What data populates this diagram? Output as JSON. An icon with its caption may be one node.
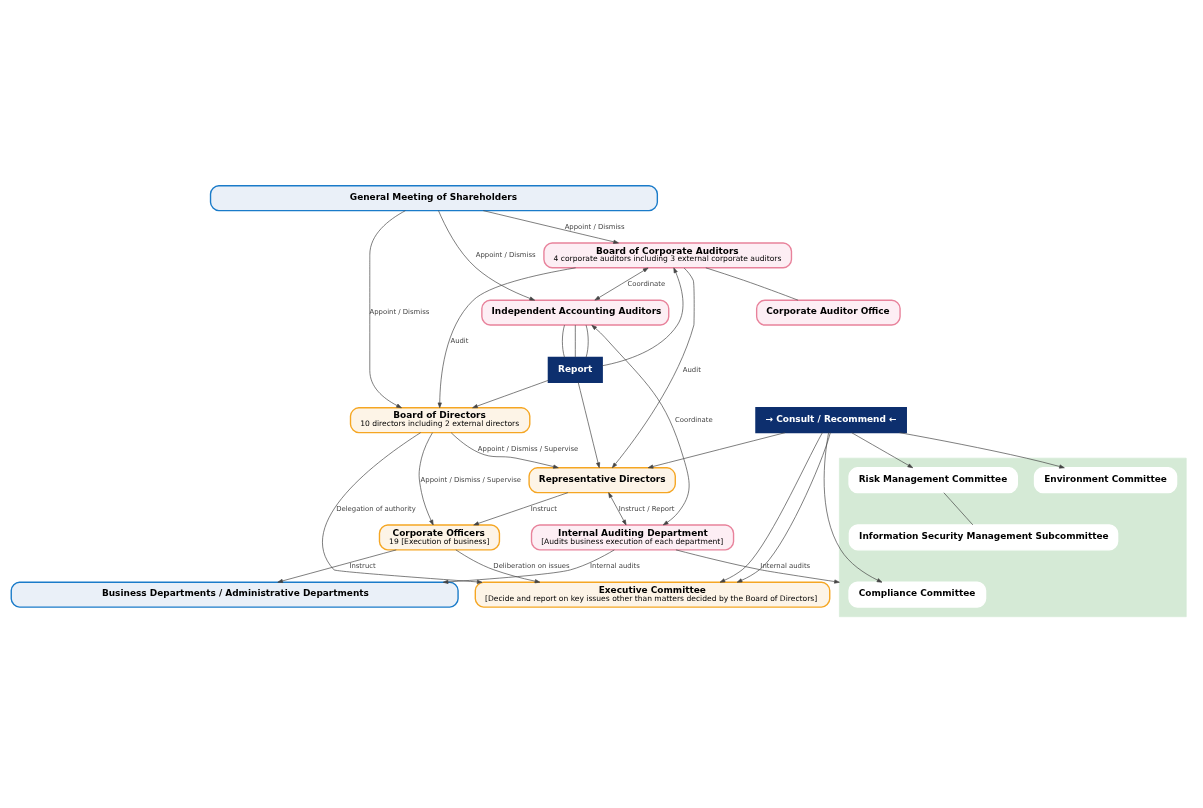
{
  "diagram": {
    "nodes": [
      {
        "text": [
          "General Meeting of Shareholders"
        ]
      },
      {
        "text": [
          "Board of Directors",
          "10 directors including 2 external directors"
        ]
      },
      {
        "text": [
          "Board of Corporate Auditors",
          "4 corporate auditors including 3 external corporate auditors"
        ]
      },
      {
        "text": [
          "Corporate Auditor Office"
        ]
      },
      {
        "text": [
          "Representative Directors"
        ]
      },
      {
        "text": [
          "Report"
        ]
      },
      {
        "text": [
          "Independent Accounting Auditors"
        ]
      },
      {
        "text": [
          "Executive Committee",
          "[Decide and report on key issues other than matters decided by the Board of Directors]"
        ]
      },
      {
        "text": [
          "→ Consult / Recommend ←"
        ]
      },
      {
        "text": [],
        "shape": "box"
      },
      {
        "text": [
          "Compliance Committee"
        ],
        "in": 9
      },
      {
        "text": [
          "Environment Committee"
        ],
        "in": 9
      },
      {
        "text": [
          "Risk Management Committee"
        ],
        "in": 9
      },
      {
        "text": [
          "Information Security Management Subcommittee"
        ],
        "in": 9
      },
      {
        "text": [
          "Internal Auditing Department",
          "[Audits business execution of each department]"
        ]
      },
      {
        "text": [
          "Corporate Officers",
          "19 [Execution of business]"
        ]
      },
      {
        "text": [
          "Business Departments / Administrative Departments"
        ]
      }
    ],
    "edges": [
      {
        "from": 0,
        "to": 1,
        "arrow": "to",
        "label": "Appoint / Dismiss"
      },
      {
        "from": 0,
        "to": 2,
        "arrow": "to",
        "label": "Appoint / Dismiss"
      },
      {
        "from": 0,
        "to": 6,
        "arrow": "to",
        "label": "Appoint / Dismiss"
      },
      {
        "from": 2,
        "to": 1,
        "arrow": "to",
        "label": "Audit"
      },
      {
        "from": 2,
        "to": 4,
        "arrow": "to",
        "label": "Audit"
      },
      {
        "from": 2,
        "to": 6,
        "arrow": "both",
        "label": "Coordinate"
      },
      {
        "from": 2,
        "to": 3,
        "arrow": "none"
      },
      {
        "from": 6,
        "to": 5,
        "arrow": "none"
      },
      {
        "from": 6,
        "to": 5,
        "arrow": "none"
      },
      {
        "from": 6,
        "to": 5,
        "arrow": "none"
      },
      {
        "from": 5,
        "to": 2,
        "arrow": "to"
      },
      {
        "from": 5,
        "to": 4,
        "arrow": "to"
      },
      {
        "from": 5,
        "to": 1,
        "arrow": "to"
      },
      {
        "from": 1,
        "to": 15,
        "arrow": "to",
        "label": "Appoint / Dismiss / Supervise"
      },
      {
        "from": 1,
        "to": 7,
        "arrow": "to",
        "label": "Delegation of authority"
      },
      {
        "from": 1,
        "to": 4,
        "arrow": "to",
        "label": "Appoint / Dismiss / Supervise"
      },
      {
        "from": 4,
        "to": 15,
        "arrow": "to",
        "label": "Instruct"
      },
      {
        "from": 4,
        "to": 14,
        "arrow": "both",
        "label": "Instruct / Report"
      },
      {
        "from": 6,
        "to": 14,
        "arrow": "both",
        "label": "Coordinate"
      },
      {
        "from": 8,
        "to": 4,
        "arrow": "to"
      },
      {
        "from": 8,
        "to": 10,
        "arrow": "to"
      },
      {
        "from": 8,
        "to": 7,
        "arrow": "to"
      },
      {
        "from": 8,
        "to": 11,
        "arrow": "to"
      },
      {
        "from": 8,
        "to": 7,
        "arrow": "to"
      },
      {
        "from": 8,
        "to": 12,
        "arrow": "to"
      },
      {
        "from": 12,
        "to": 13,
        "arrow": "none"
      },
      {
        "from": 14,
        "to": 9,
        "arrow": "to",
        "label": "Internal audits"
      },
      {
        "from": 14,
        "to": 16,
        "arrow": "to",
        "label": "Internal audits"
      },
      {
        "from": 15,
        "to": 7,
        "arrow": "to",
        "label": "Deliberation on issues"
      },
      {
        "from": 15,
        "to": 16,
        "arrow": "to",
        "label": "Instruct"
      }
    ]
  }
}
